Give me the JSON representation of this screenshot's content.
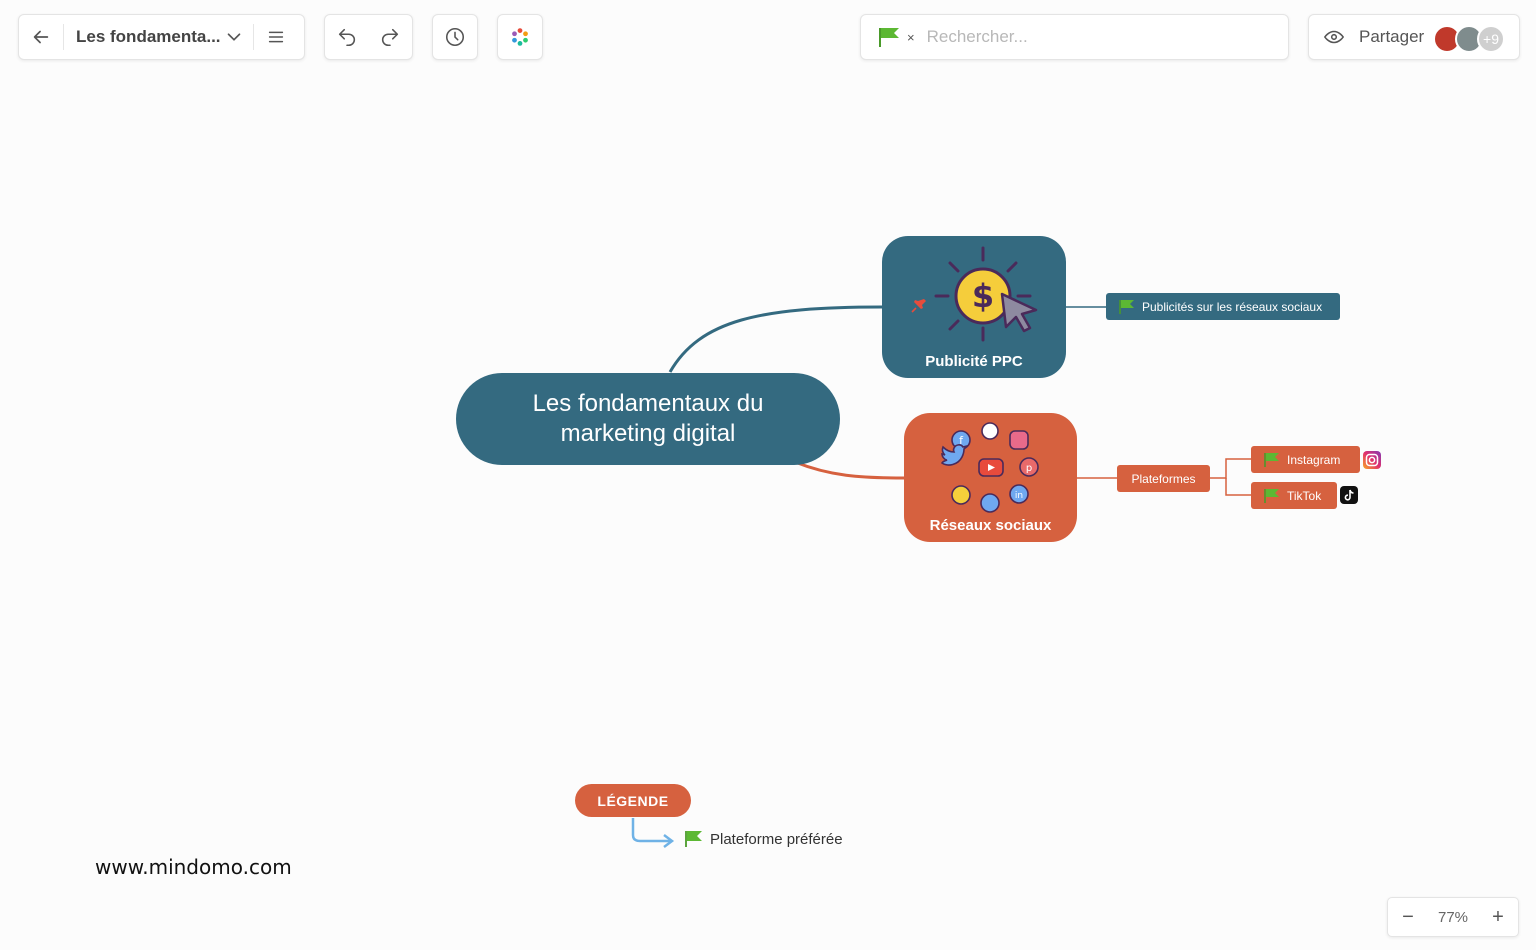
{
  "toolbar": {
    "doc_title": "Les fondamenta...",
    "search_placeholder": "Rechercher...",
    "search_filter_remove": "×",
    "share_label": "Partager",
    "collaborators_more": "+9"
  },
  "map": {
    "root": "Les fondamentaux du marketing digital",
    "topics": [
      {
        "label": "Publicité PPC",
        "children": [
          "Publicités sur les réseaux sociaux"
        ]
      },
      {
        "label": "Réseaux sociaux",
        "children": [
          {
            "label": "Plateformes",
            "children": [
              "Instagram",
              "TikTok"
            ]
          }
        ]
      }
    ]
  },
  "legend": {
    "title": "LÉGENDE",
    "item": "Plateforme préférée"
  },
  "watermark": "www.mindomo.com",
  "zoom": {
    "value": "77%",
    "minus": "−",
    "plus": "+"
  },
  "colors": {
    "primary": "#346a80",
    "secondary": "#d6613f",
    "flag": "#5cb833",
    "legend_arrow": "#6fb2e6"
  },
  "icons": [
    "back-arrow-icon",
    "chevron-down-icon",
    "menu-icon",
    "undo-icon",
    "redo-icon",
    "history-icon",
    "theme-color-wheel-icon",
    "green-flag-icon",
    "eye-icon"
  ]
}
